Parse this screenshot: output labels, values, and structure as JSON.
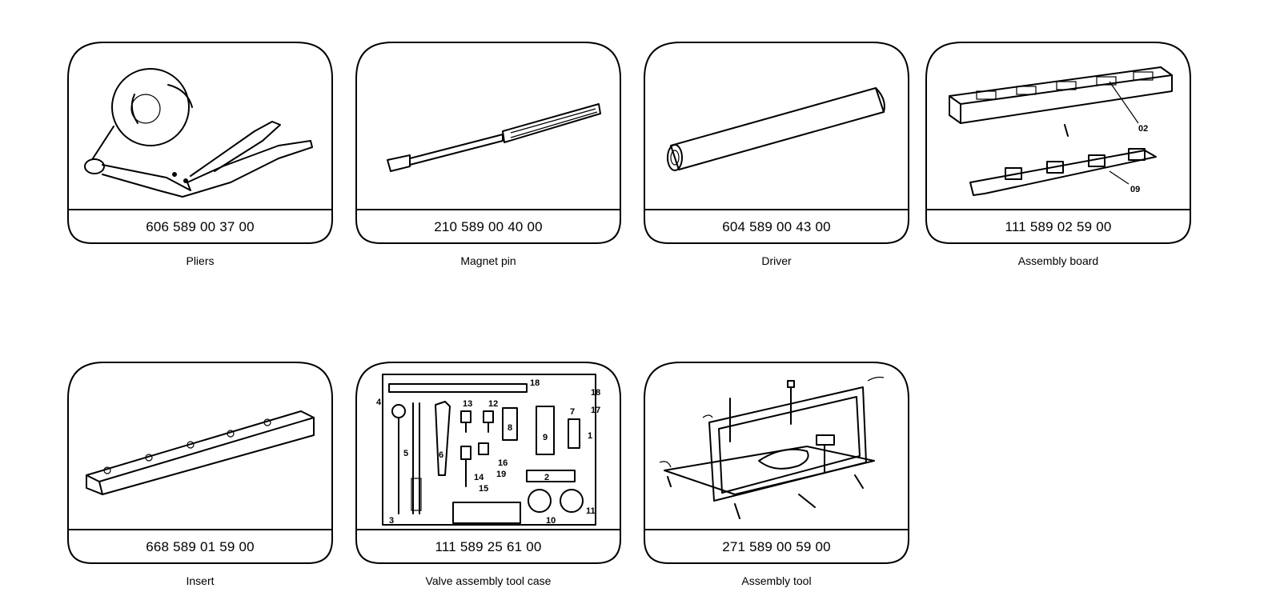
{
  "tools": [
    {
      "part_no": "606 589 00 37 00",
      "caption": "Pliers"
    },
    {
      "part_no": "210 589 00 40 00",
      "caption": "Magnet pin"
    },
    {
      "part_no": "604 589 00 43 00",
      "caption": "Driver"
    },
    {
      "part_no": "111 589 02 59 00",
      "caption": "Assembly board"
    },
    {
      "part_no": "668 589 01 59 00",
      "caption": "Insert"
    },
    {
      "part_no": "111 589 25 61 00",
      "caption": "Valve assembly tool case"
    },
    {
      "part_no": "271 589 00 59 00",
      "caption": "Assembly tool"
    }
  ],
  "callouts": {
    "assembly_board": [
      "02",
      "09"
    ],
    "tool_case": [
      "1",
      "2",
      "3",
      "4",
      "5",
      "6",
      "7",
      "8",
      "9",
      "10",
      "11",
      "12",
      "13",
      "14",
      "15",
      "16",
      "17",
      "18",
      "19"
    ]
  }
}
